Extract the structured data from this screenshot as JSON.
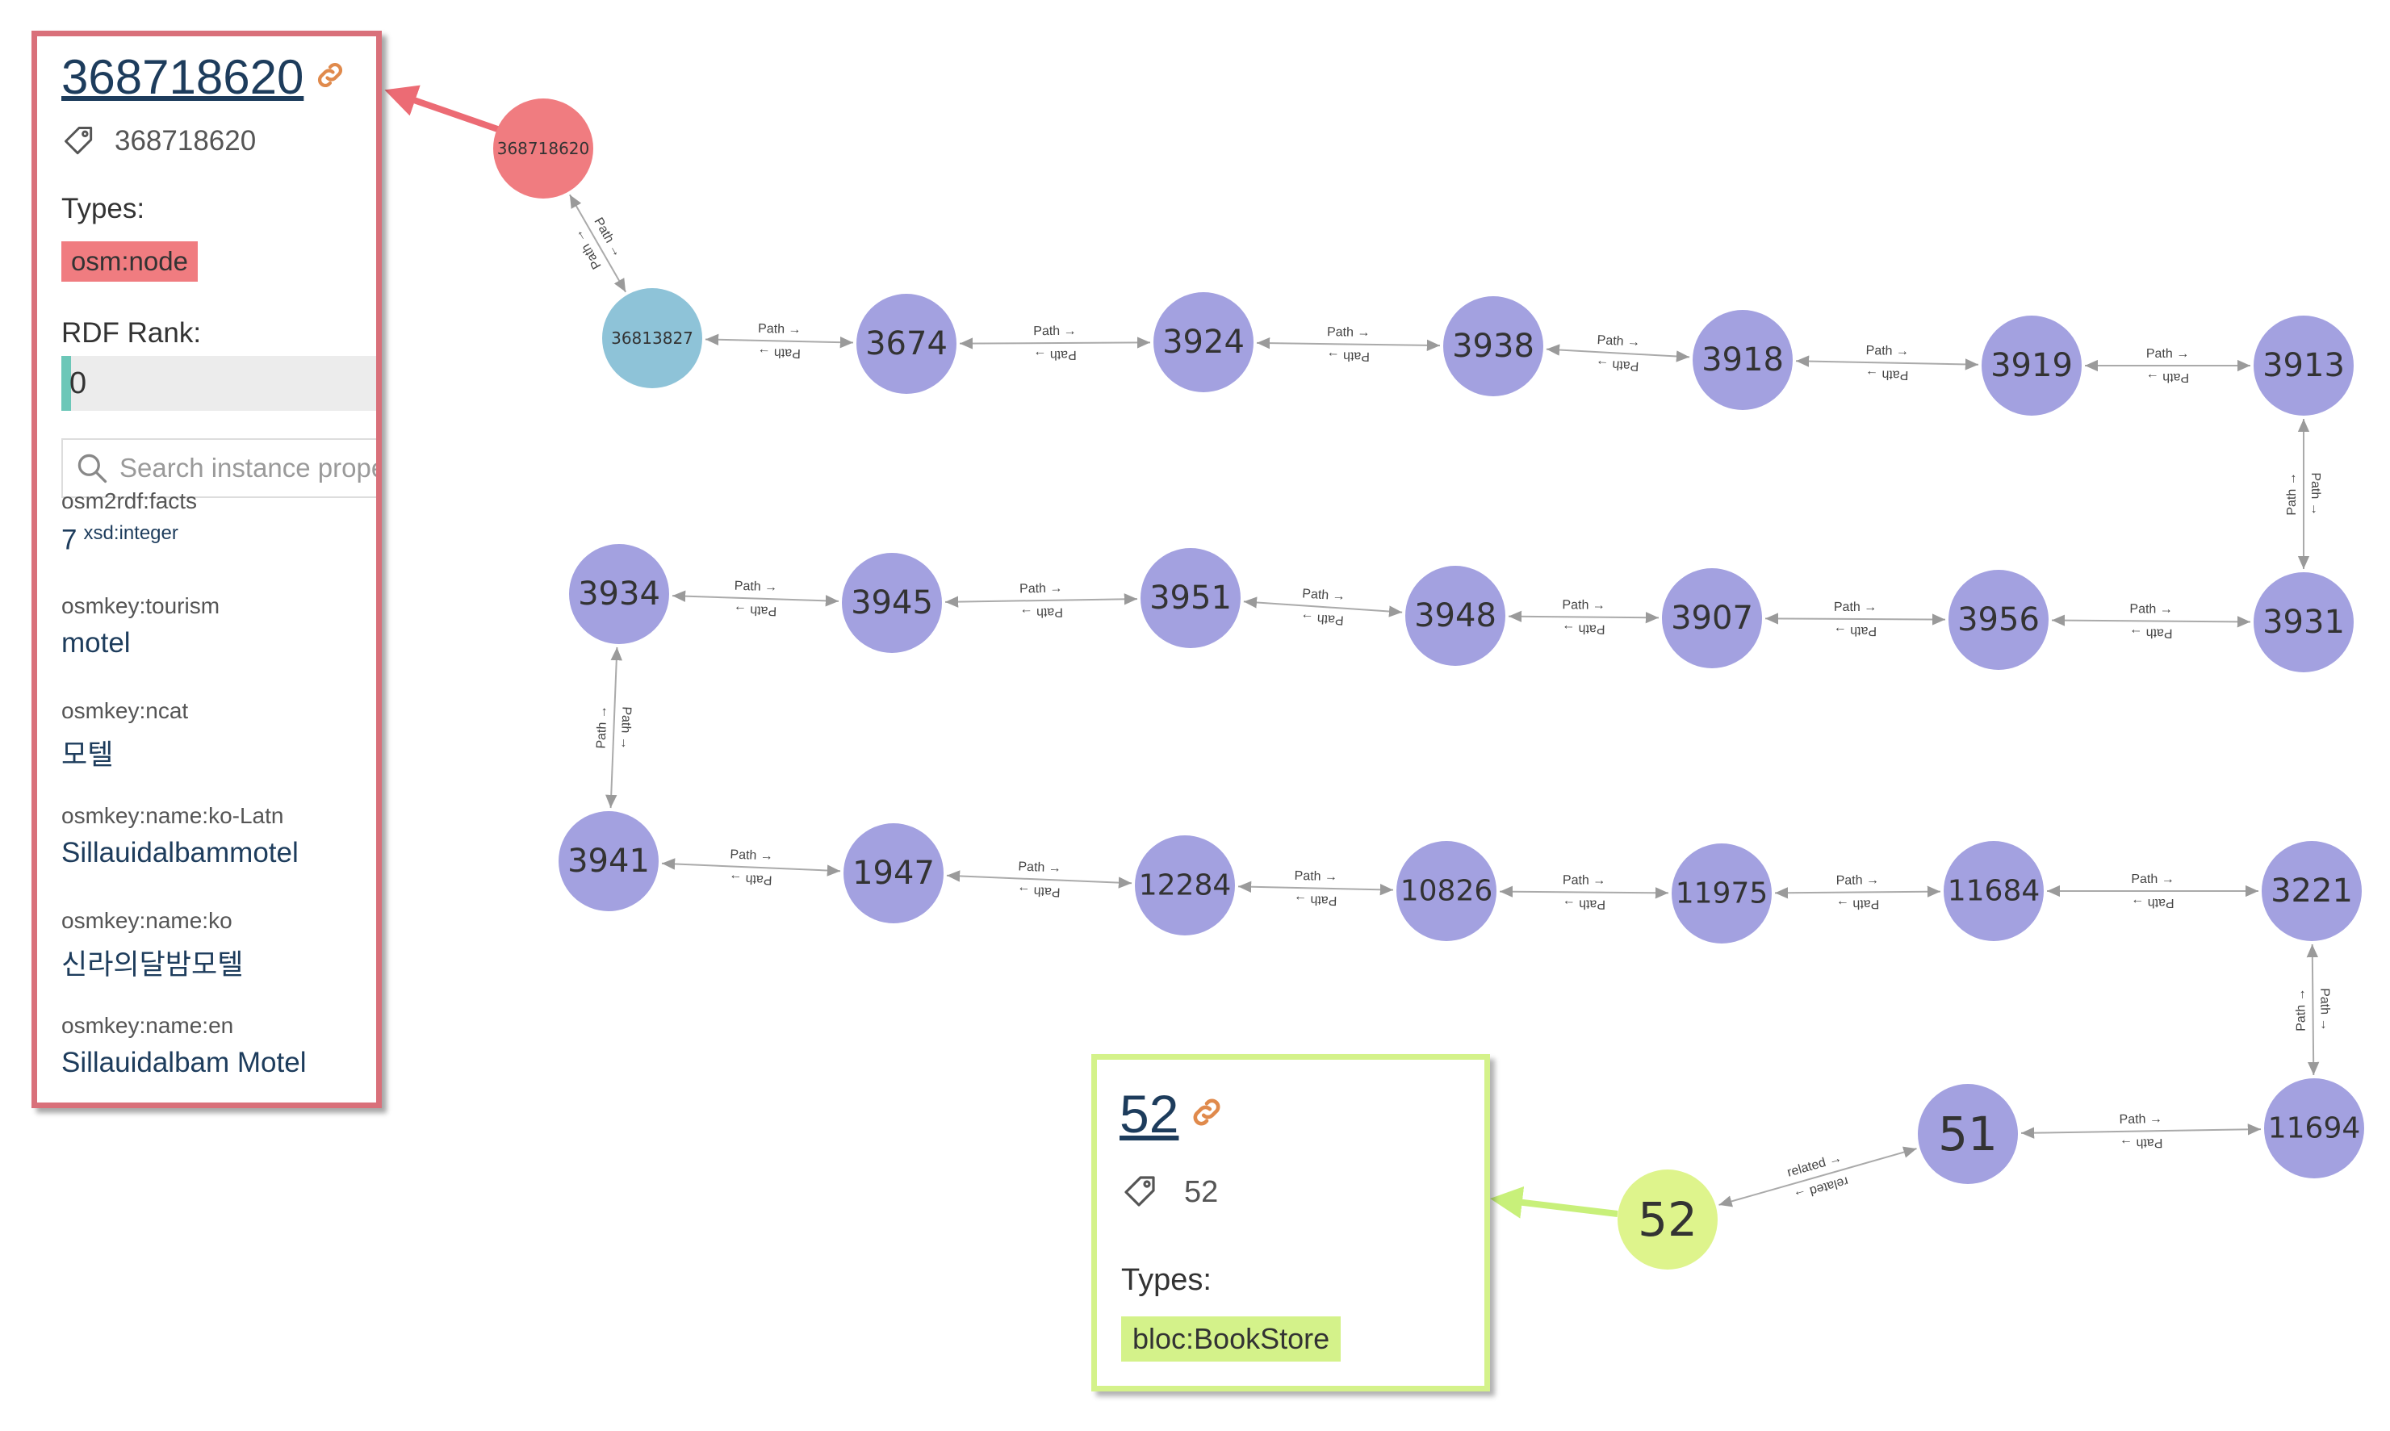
{
  "graph": {
    "nodes": [
      {
        "id": "368718620",
        "label": "368718620",
        "kind": "selected-red"
      },
      {
        "id": "36813827",
        "label": "36813827",
        "kind": "blue"
      },
      {
        "id": "3674",
        "label": "3674",
        "kind": "purple"
      },
      {
        "id": "3924",
        "label": "3924",
        "kind": "purple"
      },
      {
        "id": "3938",
        "label": "3938",
        "kind": "purple"
      },
      {
        "id": "3918",
        "label": "3918",
        "kind": "purple"
      },
      {
        "id": "3919",
        "label": "3919",
        "kind": "purple"
      },
      {
        "id": "3913",
        "label": "3913",
        "kind": "purple"
      },
      {
        "id": "3931",
        "label": "3931",
        "kind": "purple"
      },
      {
        "id": "3956",
        "label": "3956",
        "kind": "purple"
      },
      {
        "id": "3907",
        "label": "3907",
        "kind": "purple"
      },
      {
        "id": "3948",
        "label": "3948",
        "kind": "purple"
      },
      {
        "id": "3951",
        "label": "3951",
        "kind": "purple"
      },
      {
        "id": "3945",
        "label": "3945",
        "kind": "purple"
      },
      {
        "id": "3934",
        "label": "3934",
        "kind": "purple"
      },
      {
        "id": "3941",
        "label": "3941",
        "kind": "purple"
      },
      {
        "id": "1947",
        "label": "1947",
        "kind": "purple"
      },
      {
        "id": "12284",
        "label": "12284",
        "kind": "purple"
      },
      {
        "id": "10826",
        "label": "10826",
        "kind": "purple"
      },
      {
        "id": "11975",
        "label": "11975",
        "kind": "purple"
      },
      {
        "id": "11684",
        "label": "11684",
        "kind": "purple"
      },
      {
        "id": "3221",
        "label": "3221",
        "kind": "purple"
      },
      {
        "id": "11694",
        "label": "11694",
        "kind": "purple"
      },
      {
        "id": "51",
        "label": "51",
        "kind": "purple"
      },
      {
        "id": "52",
        "label": "52",
        "kind": "selected-green"
      }
    ],
    "edges": [
      {
        "from": "368718620",
        "to": "36813827",
        "forward": "Path →",
        "backward": "← Path"
      },
      {
        "from": "36813827",
        "to": "3674",
        "forward": "Path →",
        "backward": "← Path"
      },
      {
        "from": "3674",
        "to": "3924",
        "forward": "Path →",
        "backward": "← Path"
      },
      {
        "from": "3924",
        "to": "3938",
        "forward": "Path →",
        "backward": "← Path"
      },
      {
        "from": "3938",
        "to": "3918",
        "forward": "Path →",
        "backward": "← Path"
      },
      {
        "from": "3918",
        "to": "3919",
        "forward": "Path →",
        "backward": "← Path"
      },
      {
        "from": "3919",
        "to": "3913",
        "forward": "Path →",
        "backward": "← Path"
      },
      {
        "from": "3913",
        "to": "3931",
        "forward": "Path →",
        "backward": "← Path"
      },
      {
        "from": "3931",
        "to": "3956",
        "forward": "Path →",
        "backward": "← Path"
      },
      {
        "from": "3956",
        "to": "3907",
        "forward": "Path →",
        "backward": "← Path"
      },
      {
        "from": "3907",
        "to": "3948",
        "forward": "Path →",
        "backward": "← Path"
      },
      {
        "from": "3948",
        "to": "3951",
        "forward": "Path →",
        "backward": "← Path"
      },
      {
        "from": "3951",
        "to": "3945",
        "forward": "Path →",
        "backward": "← Path"
      },
      {
        "from": "3945",
        "to": "3934",
        "forward": "Path →",
        "backward": "← Path"
      },
      {
        "from": "3934",
        "to": "3941",
        "forward": "Path →",
        "backward": "← Path"
      },
      {
        "from": "3941",
        "to": "1947",
        "forward": "Path →",
        "backward": "← Path"
      },
      {
        "from": "1947",
        "to": "12284",
        "forward": "Path →",
        "backward": "← Path"
      },
      {
        "from": "12284",
        "to": "10826",
        "forward": "Path →",
        "backward": "← Path"
      },
      {
        "from": "10826",
        "to": "11975",
        "forward": "Path →",
        "backward": "← Path"
      },
      {
        "from": "11975",
        "to": "11684",
        "forward": "Path →",
        "backward": "← Path"
      },
      {
        "from": "11684",
        "to": "3221",
        "forward": "Path →",
        "backward": "← Path"
      },
      {
        "from": "3221",
        "to": "11694",
        "forward": "Path →",
        "backward": "← Path"
      },
      {
        "from": "11694",
        "to": "51",
        "forward": "Path →",
        "backward": "← Path"
      },
      {
        "from": "51",
        "to": "52",
        "forward": "related →",
        "backward": "← related"
      }
    ]
  },
  "panel_red": {
    "title": "368718620",
    "id_value": "368718620",
    "types_label": "Types:",
    "type_badge": "osm:node",
    "rank_label": "RDF Rank:",
    "rank_value": "0",
    "search_placeholder": "Search instance properties",
    "properties": [
      {
        "key": "osm2rdf:facts",
        "value": "7",
        "datatype": "xsd:integer"
      },
      {
        "key": "osmkey:tourism",
        "value": "motel",
        "datatype": ""
      },
      {
        "key": "osmkey:ncat",
        "value": "모텔",
        "datatype": ""
      },
      {
        "key": "osmkey:name:ko-Latn",
        "value": "Sillauidalbammotel",
        "datatype": ""
      },
      {
        "key": "osmkey:name:ko",
        "value": "신라의달밤모텔",
        "datatype": ""
      },
      {
        "key": "osmkey:name:en",
        "value": "Sillauidalbam Motel",
        "datatype": ""
      }
    ]
  },
  "panel_green": {
    "title": "52",
    "id_value": "52",
    "types_label": "Types:",
    "type_badge": "bloc:BookStore"
  },
  "colors": {
    "node_purple": "#a3a1e0",
    "node_blue": "#8ec3d8",
    "node_red": "#f07c80",
    "node_green": "#def48c",
    "panel_red_border": "#d9707a",
    "panel_green_border": "#d4f28a",
    "badge_red": "#f07c80",
    "badge_green": "#d4f28a",
    "edge": "#aaaaaa",
    "callout_red": "#ec6b74",
    "callout_green": "#c8f07a"
  }
}
